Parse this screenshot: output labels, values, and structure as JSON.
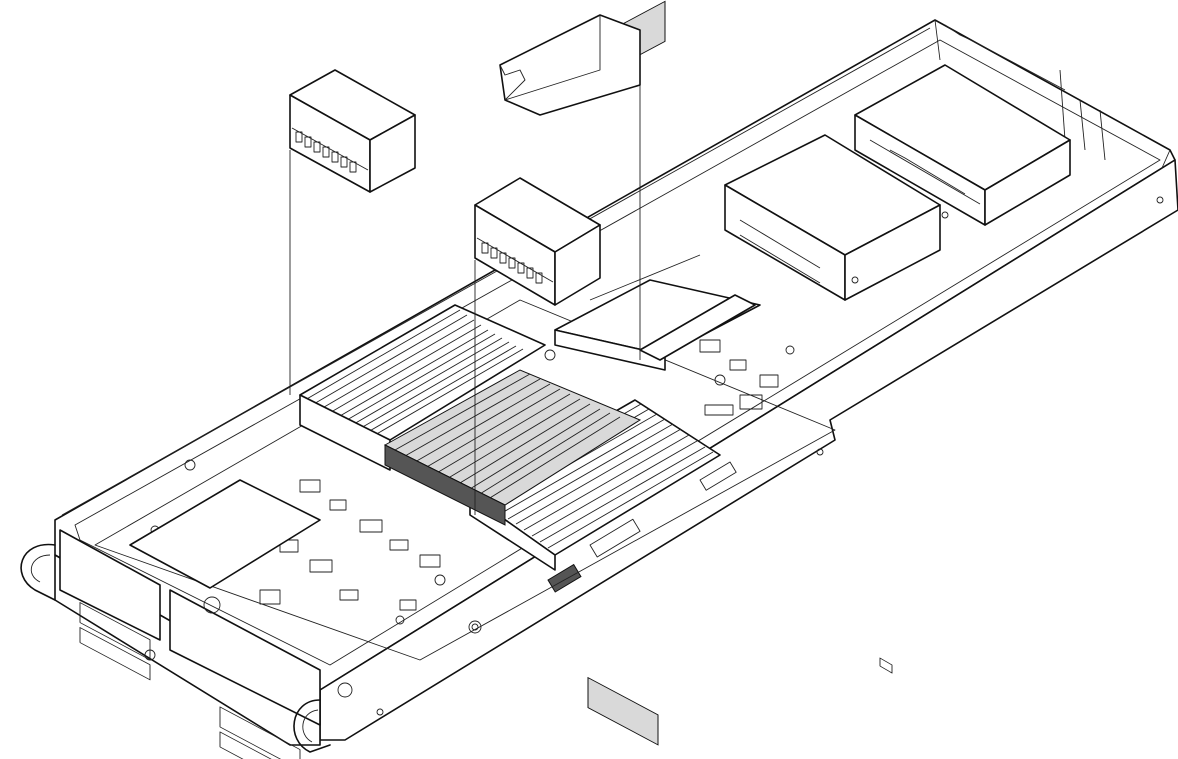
{
  "figure": {
    "colors": {
      "line": "#111111",
      "background": "#ffffff",
      "shade": "#d9d9d9",
      "dark": "#555555"
    },
    "parts": [
      {
        "id": "chassis-tray",
        "kind": "server chassis tray"
      },
      {
        "id": "motherboard",
        "kind": "motherboard"
      },
      {
        "id": "cpu-heatsink",
        "kind": "processor heatsink"
      },
      {
        "id": "dimm-bank-left",
        "kind": "memory module bank"
      },
      {
        "id": "dimm-bank-right",
        "kind": "memory module bank"
      },
      {
        "id": "drive-bay-front",
        "kind": "drive cage"
      },
      {
        "id": "drive-bay-rear",
        "kind": "drive cage"
      },
      {
        "id": "air-shroud",
        "kind": "air shroud"
      },
      {
        "id": "module-upper-left",
        "kind": "exploded module"
      },
      {
        "id": "module-center",
        "kind": "exploded module"
      },
      {
        "id": "front-io-panel",
        "kind": "front I/O panel"
      },
      {
        "id": "handle-left",
        "kind": "chassis handle"
      },
      {
        "id": "handle-right",
        "kind": "chassis handle"
      }
    ]
  }
}
